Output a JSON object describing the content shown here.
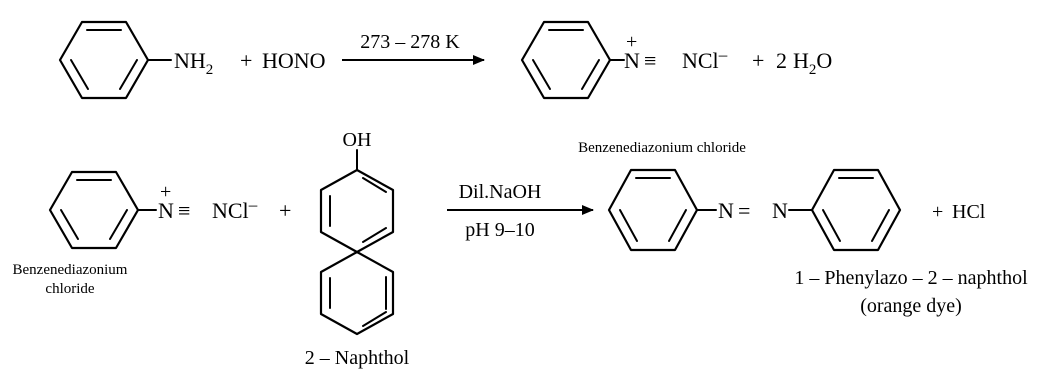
{
  "reaction1": {
    "reactant_group": "NH",
    "reactant_group_sub": "2",
    "plus1": "+",
    "reagent": "HONO",
    "condition": "273 – 278 K",
    "product_charge": "+",
    "product_n": "N",
    "triple_bond": "≡",
    "counter_ion": "NCl",
    "counter_ion_charge": "–",
    "plus2": "+",
    "water_coef": "2",
    "water_h": "H",
    "water_sub": "2",
    "water_o": "O",
    "product_name": "Benzenediazonium chloride"
  },
  "reaction2": {
    "reactant_charge": "+",
    "reactant_n": "N",
    "triple_bond": "≡",
    "counter_ion": "NCl",
    "counter_ion_charge": "–",
    "plus1": "+",
    "reactant_name_line1": "Benzenediazonium",
    "reactant_name_line2": "chloride",
    "naphthol_group": "OH",
    "naphthol_name": "2 – Naphthol",
    "condition_top": "Dil.NaOH",
    "condition_bottom": "pH 9–10",
    "azo_n1": "N",
    "azo_double": "=",
    "azo_n2": "N",
    "plus2": "+",
    "byproduct": "HCl",
    "product_name_line1": "1 – Phenylazo – 2 – naphthol",
    "product_name_line2": "(orange dye)"
  }
}
